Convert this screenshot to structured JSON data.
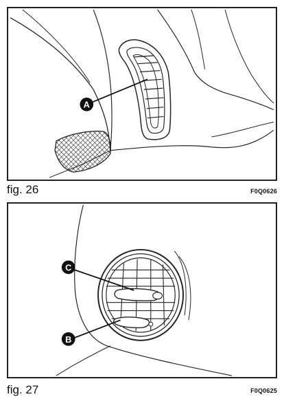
{
  "figures": [
    {
      "caption": "fig. 26",
      "code": "F0Q0626",
      "callouts": [
        "A"
      ]
    },
    {
      "caption": "fig. 27",
      "code": "F0Q0625",
      "callouts": [
        "C",
        "B"
      ]
    }
  ]
}
